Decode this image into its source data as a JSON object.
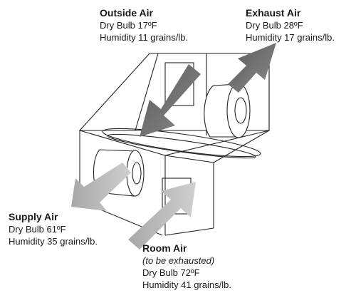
{
  "labels": {
    "outside_air": {
      "title": "Outside Air",
      "dry_bulb": "Dry Bulb 17ºF",
      "humidity": "Humidity 11 grains/lb."
    },
    "exhaust_air": {
      "title": "Exhaust Air",
      "dry_bulb": "Dry Bulb 28ºF",
      "humidity": "Humidity 17 grains/lb."
    },
    "supply_air": {
      "title": "Supply Air",
      "dry_bulb": "Dry Bulb 61ºF",
      "humidity": "Humidity 35 grains/lb."
    },
    "room_air": {
      "title": "Room Air",
      "note": "(to be exhausted)",
      "dry_bulb": "Dry Bulb 72ºF",
      "humidity": "Humidity 41 grains/lb."
    }
  },
  "colors": {
    "line": "#222222",
    "arrow_dark": "#6b6b6b",
    "arrow_light": "#b8b8b8",
    "fan_fill": "#ffffff"
  }
}
